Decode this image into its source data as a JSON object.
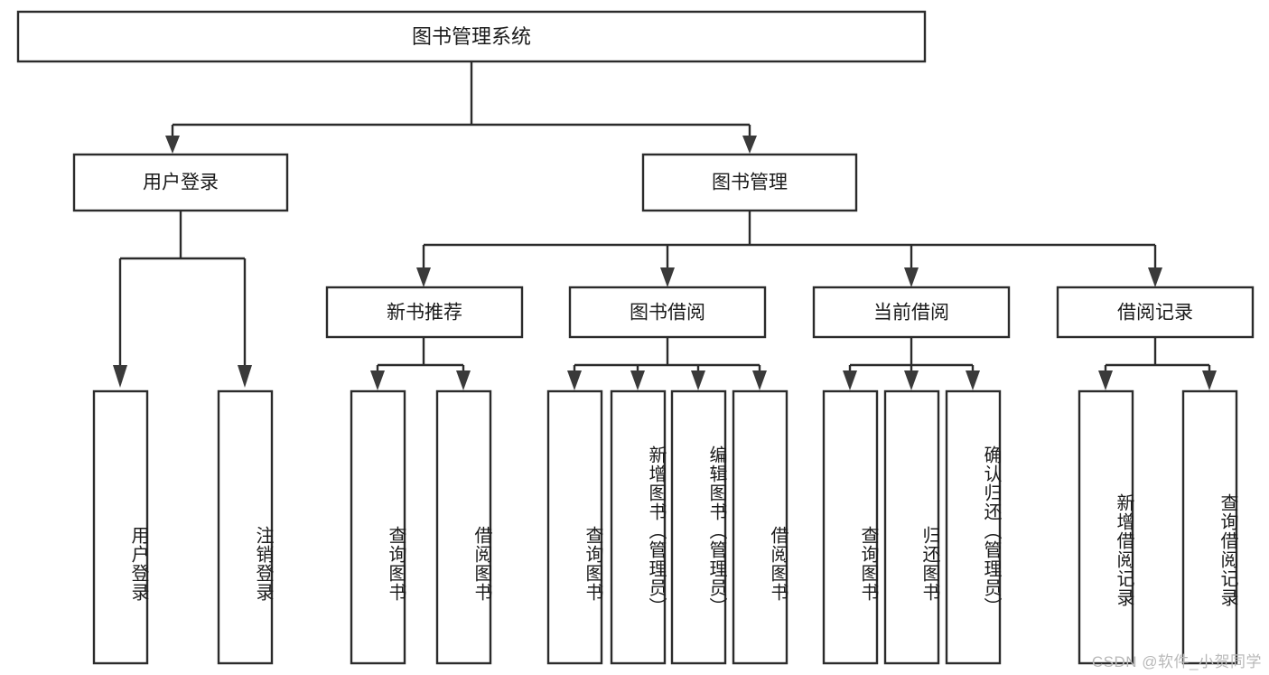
{
  "diagram": {
    "title": "图书管理系统",
    "type": "tree-hierarchy",
    "root": {
      "id": "root",
      "label": "图书管理系统"
    },
    "level2": [
      {
        "id": "user-login",
        "label": "用户登录"
      },
      {
        "id": "book-manage",
        "label": "图书管理"
      }
    ],
    "level3": [
      {
        "id": "new-book-rec",
        "label": "新书推荐",
        "parent": "book-manage"
      },
      {
        "id": "book-borrow",
        "label": "图书借阅",
        "parent": "book-manage"
      },
      {
        "id": "current-borrow",
        "label": "当前借阅",
        "parent": "book-manage"
      },
      {
        "id": "borrow-record",
        "label": "借阅记录",
        "parent": "book-manage"
      }
    ],
    "leaves": [
      {
        "id": "leaf-user-login",
        "label": "用户登录",
        "parent": "user-login"
      },
      {
        "id": "leaf-logout-login",
        "label": "注销登录",
        "parent": "user-login"
      },
      {
        "id": "leaf-query-book-1",
        "label": "查询图书",
        "parent": "new-book-rec"
      },
      {
        "id": "leaf-borrow-book-1",
        "label": "借阅图书",
        "parent": "new-book-rec"
      },
      {
        "id": "leaf-query-book-2",
        "label": "查询图书",
        "parent": "book-borrow"
      },
      {
        "id": "leaf-add-book",
        "label": "新增图书（管理员）",
        "parent": "book-borrow"
      },
      {
        "id": "leaf-edit-book",
        "label": "编辑图书（管理员）",
        "parent": "book-borrow"
      },
      {
        "id": "leaf-borrow-book-2",
        "label": "借阅图书",
        "parent": "book-borrow"
      },
      {
        "id": "leaf-query-book-3",
        "label": "查询图书",
        "parent": "current-borrow"
      },
      {
        "id": "leaf-return-book",
        "label": "归还图书",
        "parent": "current-borrow"
      },
      {
        "id": "leaf-confirm-return",
        "label": "确认归还（管理员）",
        "parent": "current-borrow"
      },
      {
        "id": "leaf-add-record",
        "label": "新增借阅记录",
        "parent": "borrow-record"
      },
      {
        "id": "leaf-query-record",
        "label": "查询借阅记录",
        "parent": "borrow-record"
      }
    ],
    "watermark": "CSDN @软件_小贺同学",
    "colors": {
      "stroke": "#2b2b2b",
      "fill": "#ffffff",
      "text": "#1b1b1b",
      "watermark": "#b9b9b9",
      "background": "#ffffff"
    }
  }
}
